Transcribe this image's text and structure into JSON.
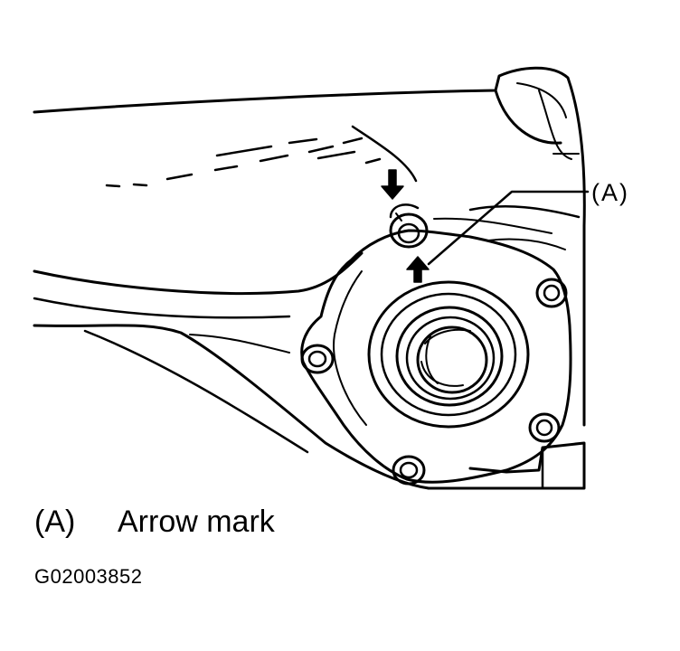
{
  "callout": {
    "label": "(A)"
  },
  "legend": {
    "key": "(A)",
    "description": "Arrow mark"
  },
  "figure_id": "G02003852",
  "colors": {
    "ink": "#000000",
    "paper": "#ffffff"
  }
}
